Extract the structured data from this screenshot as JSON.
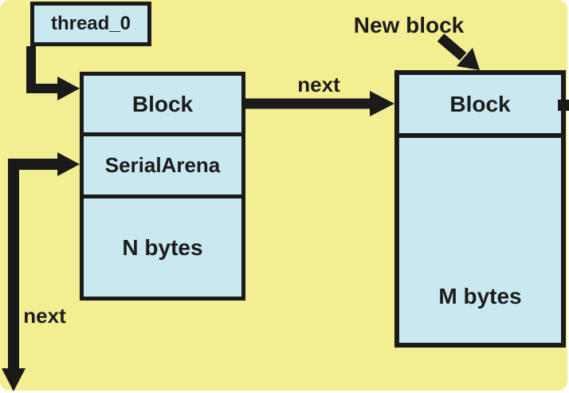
{
  "colors": {
    "page": "#ffffff",
    "background": "#f4ee92",
    "node_fill": "#c9e8f0",
    "stroke": "#1a1a1a",
    "text": "#1c1c1c"
  },
  "nodes": {
    "thread": {
      "label": "thread_0"
    },
    "left_block": {
      "sections": [
        "Block",
        "SerialArena",
        "N bytes"
      ]
    },
    "right_block": {
      "sections": [
        "Block",
        "M bytes"
      ]
    }
  },
  "annotations": {
    "new_block": "New block",
    "next_right": "next",
    "next_down": "next"
  }
}
